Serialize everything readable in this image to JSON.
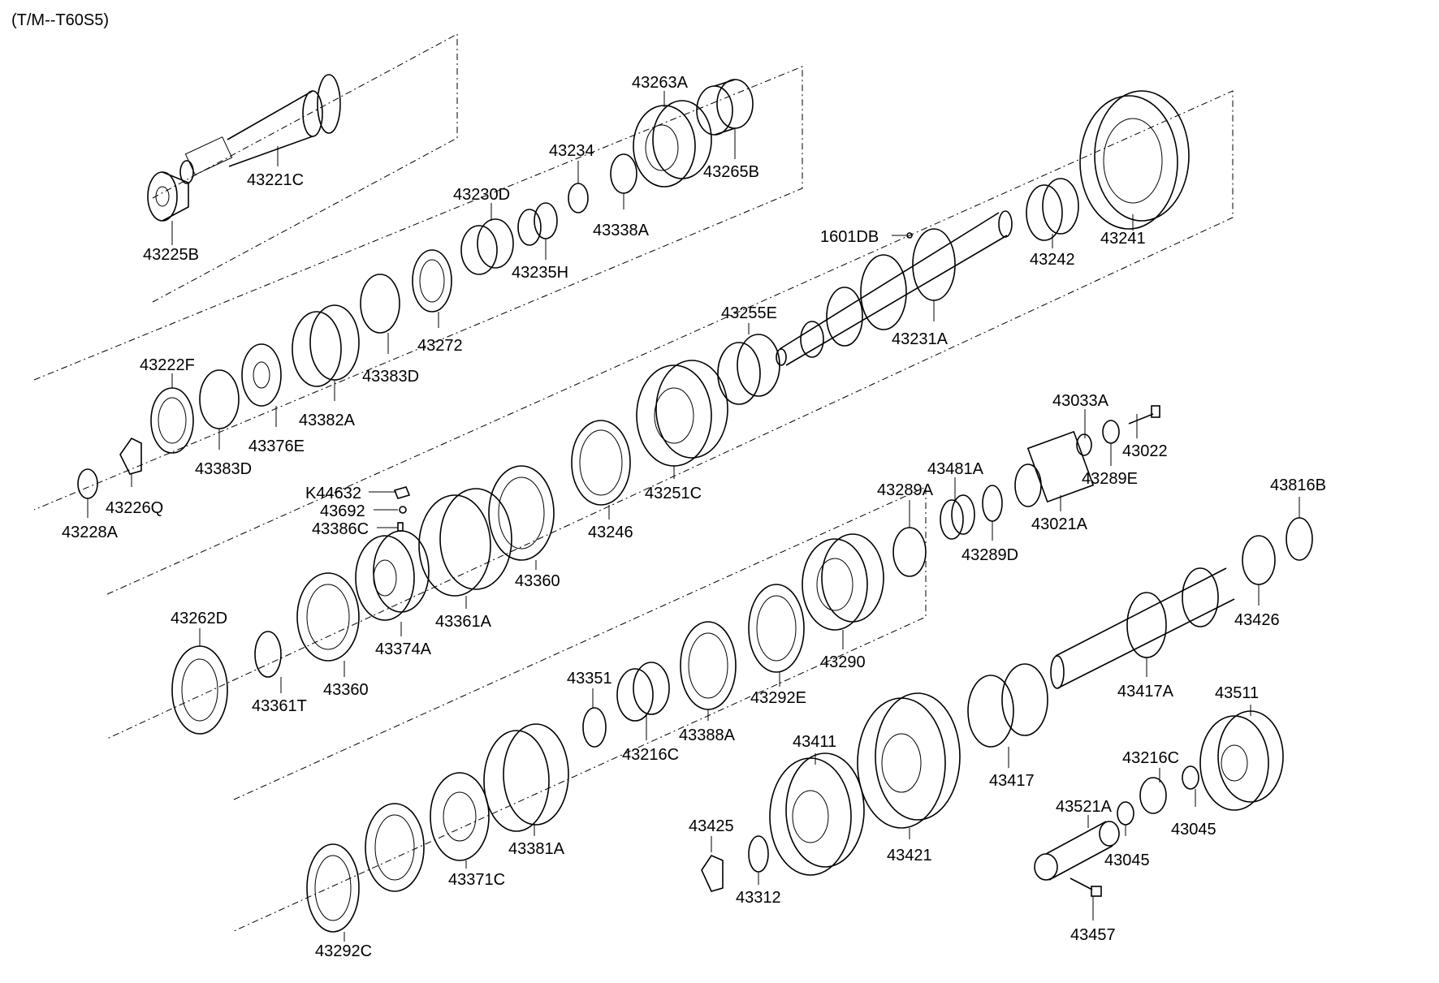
{
  "title": "(T/M--T60S5)",
  "part_labels": {
    "p43221C": "43221C",
    "p43225B": "43225B",
    "p43263A": "43263A",
    "p43265B": "43265B",
    "p43234": "43234",
    "p43338A": "43338A",
    "p43230D": "43230D",
    "p43235H": "43235H",
    "p43272": "43272",
    "p43383D_a": "43383D",
    "p43382A": "43382A",
    "p43376E": "43376E",
    "p43222F": "43222F",
    "p43383D_b": "43383D",
    "p43226Q": "43226Q",
    "p43228A": "43228A",
    "p1601DB": "1601DB",
    "p43231A": "43231A",
    "p43242": "43242",
    "p43241": "43241",
    "p43255E": "43255E",
    "p43251C": "43251C",
    "p43246": "43246",
    "p43360_a": "43360",
    "p43361A": "43361A",
    "pK44632": "K44632",
    "p43692": "43692",
    "p43386C": "43386C",
    "p43374A": "43374A",
    "p43360_b": "43360",
    "p43361T": "43361T",
    "p43262D": "43262D",
    "p43033A": "43033A",
    "p43022": "43022",
    "p43289E": "43289E",
    "p43021A": "43021A",
    "p43481A": "43481A",
    "p43289A": "43289A",
    "p43289D": "43289D",
    "p43816B": "43816B",
    "p43426": "43426",
    "p43417A": "43417A",
    "p43290": "43290",
    "p43292E": "43292E",
    "p43388A": "43388A",
    "p43216C_a": "43216C",
    "p43351": "43351",
    "p43411": "43411",
    "p43421": "43421",
    "p43417": "43417",
    "p43511": "43511",
    "p43216C_b": "43216C",
    "p43045_a": "43045",
    "p43045_b": "43045",
    "p43521A": "43521A",
    "p43457": "43457",
    "p43425": "43425",
    "p43312": "43312",
    "p43381A": "43381A",
    "p43371C": "43371C",
    "p43292C": "43292C"
  }
}
